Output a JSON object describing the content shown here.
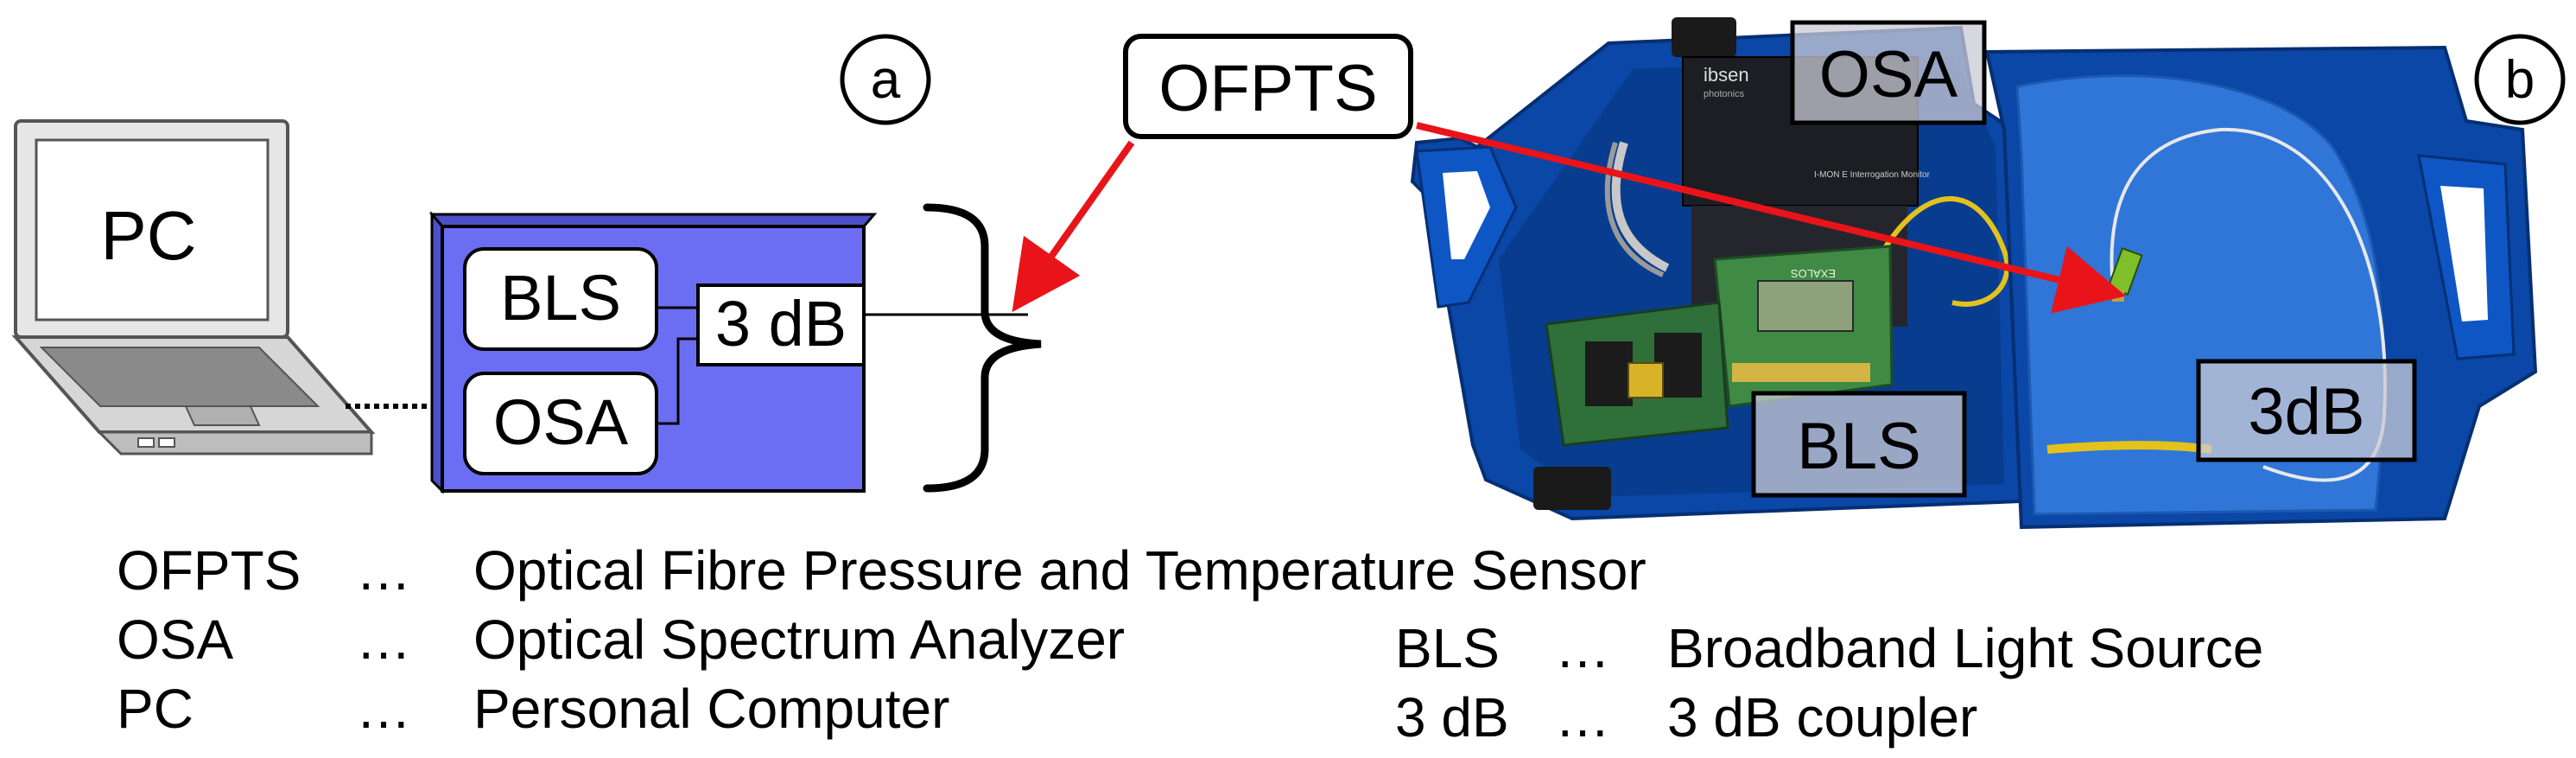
{
  "panel_a": {
    "label": "a",
    "pc": {
      "label": "PC"
    },
    "device": {
      "bls": "BLS",
      "coupler": "3 dB",
      "osa": "OSA"
    }
  },
  "ofpts_label": "OFPTS",
  "panel_b": {
    "label": "b",
    "osa_label": "OSA",
    "osa_brand": "ibsen",
    "osa_brand_sub": "photonics",
    "interrogator_text": "I-MON E Interrogation Monitor",
    "board_text": "EXALOS",
    "bls_label": "BLS",
    "coupler_label": "3dB"
  },
  "legend": {
    "left": [
      {
        "abbr": "OFPTS",
        "sep": "…",
        "desc": "Optical Fibre Pressure and Temperature Sensor"
      },
      {
        "abbr": "OSA",
        "sep": "…",
        "desc": "Optical Spectrum Analyzer"
      },
      {
        "abbr": "PC",
        "sep": "…",
        "desc": "Personal Computer"
      }
    ],
    "right": [
      {
        "abbr": "BLS",
        "sep": "…",
        "desc": "Broadband Light Source"
      },
      {
        "abbr": "3 dB",
        "sep": "…",
        "desc": "3 dB coupler"
      }
    ]
  },
  "colors": {
    "device_blue": "#6b6ef2",
    "case_blue": "#0a47a6",
    "foam_blue": "#2f76d8",
    "arrow_red": "#e8141a"
  }
}
